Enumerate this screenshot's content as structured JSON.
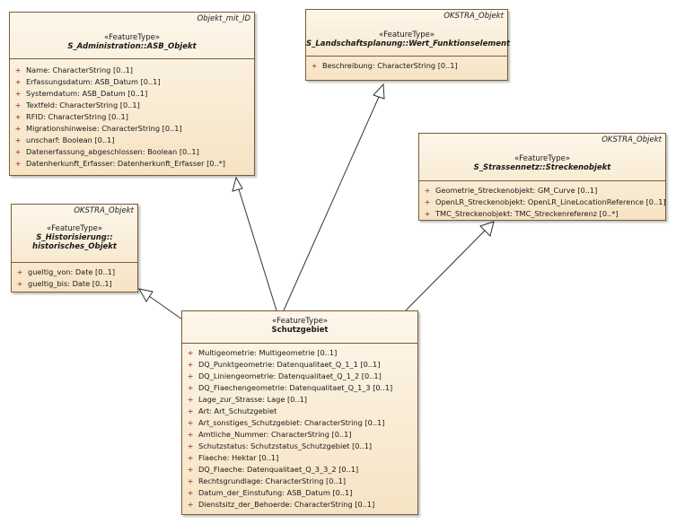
{
  "classes": {
    "asb": {
      "tag": "Objekt_mit_ID",
      "stereotype": "«FeatureType»",
      "name": "S_Administration::ASB_Objekt",
      "attributes": [
        {
          "vis": "+",
          "text": "Name: CharacterString [0..1]"
        },
        {
          "vis": "+",
          "text": "Erfassungsdatum: ASB_Datum [0..1]"
        },
        {
          "vis": "+",
          "text": "Systemdatum: ASB_Datum [0..1]"
        },
        {
          "vis": "+",
          "text": "Textfeld: CharacterString [0..1]"
        },
        {
          "vis": "+",
          "text": "RFID: CharacterString [0..1]"
        },
        {
          "vis": "+",
          "text": "Migrationshinweise: CharacterString [0..1]"
        },
        {
          "vis": "+",
          "text": "unscharf: Boolean [0..1]"
        },
        {
          "vis": "+",
          "text": "Datenerfassung_abgeschlossen: Boolean [0..1]"
        },
        {
          "vis": "+",
          "text": "Datenherkunft_Erfasser: Datenherkunft_Erfasser [0..*]"
        }
      ]
    },
    "wert": {
      "tag": "OKSTRA_Objekt",
      "stereotype": "«FeatureType»",
      "name": "S_Landschaftsplanung::Wert_Funktionselement",
      "attributes": [
        {
          "vis": "+",
          "text": "Beschreibung: CharacterString [0..1]"
        }
      ]
    },
    "strecke": {
      "tag": "OKSTRA_Objekt",
      "stereotype": "«FeatureType»",
      "name": "S_Strassennetz::Streckenobjekt",
      "attributes": [
        {
          "vis": "+",
          "text": "Geometrie_Streckenobjekt: GM_Curve [0..1]"
        },
        {
          "vis": "+",
          "text": "OpenLR_Streckenobjekt: OpenLR_LineLocationReference [0..1]"
        },
        {
          "vis": "+",
          "text": "TMC_Streckenobjekt: TMC_Streckenreferenz [0..*]"
        }
      ]
    },
    "hist": {
      "tag": "OKSTRA_Objekt",
      "stereotype": "«FeatureType»",
      "name_line1": "S_Historisierung::",
      "name_line2": "historisches_Objekt",
      "attributes": [
        {
          "vis": "+",
          "text": "gueltig_von: Date [0..1]"
        },
        {
          "vis": "+",
          "text": "gueltig_bis: Date [0..1]"
        }
      ]
    },
    "schutz": {
      "stereotype": "«FeatureType»",
      "name": "Schutzgebiet",
      "attributes": [
        {
          "vis": "+",
          "text": "Multigeometrie: Multigeometrie [0..1]"
        },
        {
          "vis": "+",
          "text": "DQ_Punktgeometrie: Datenqualitaet_Q_1_1 [0..1]"
        },
        {
          "vis": "+",
          "text": "DQ_Liniengeometrie: Datenqualitaet_Q_1_2 [0..1]"
        },
        {
          "vis": "+",
          "text": "DQ_Flaechengeometrie: Datenqualitaet_Q_1_3 [0..1]"
        },
        {
          "vis": "+",
          "text": "Lage_zur_Strasse: Lage [0..1]"
        },
        {
          "vis": "+",
          "text": "Art: Art_Schutzgebiet"
        },
        {
          "vis": "+",
          "text": "Art_sonstiges_Schutzgebiet: CharacterString [0..1]"
        },
        {
          "vis": "+",
          "text": "Amtliche_Nummer: CharacterString [0..1]"
        },
        {
          "vis": "+",
          "text": "Schutzstatus: Schutzstatus_Schutzgebiet [0..1]"
        },
        {
          "vis": "+",
          "text": "Flaeche: Hektar [0..1]"
        },
        {
          "vis": "+",
          "text": "DQ_Flaeche: Datenqualitaet_Q_3_3_2 [0..1]"
        },
        {
          "vis": "+",
          "text": "Rechtsgrundlage: CharacterString [0..1]"
        },
        {
          "vis": "+",
          "text": "Datum_der_Einstufung: ASB_Datum [0..1]"
        },
        {
          "vis": "+",
          "text": "Dienstsitz_der_Behoerde: CharacterString [0..1]"
        }
      ]
    }
  }
}
